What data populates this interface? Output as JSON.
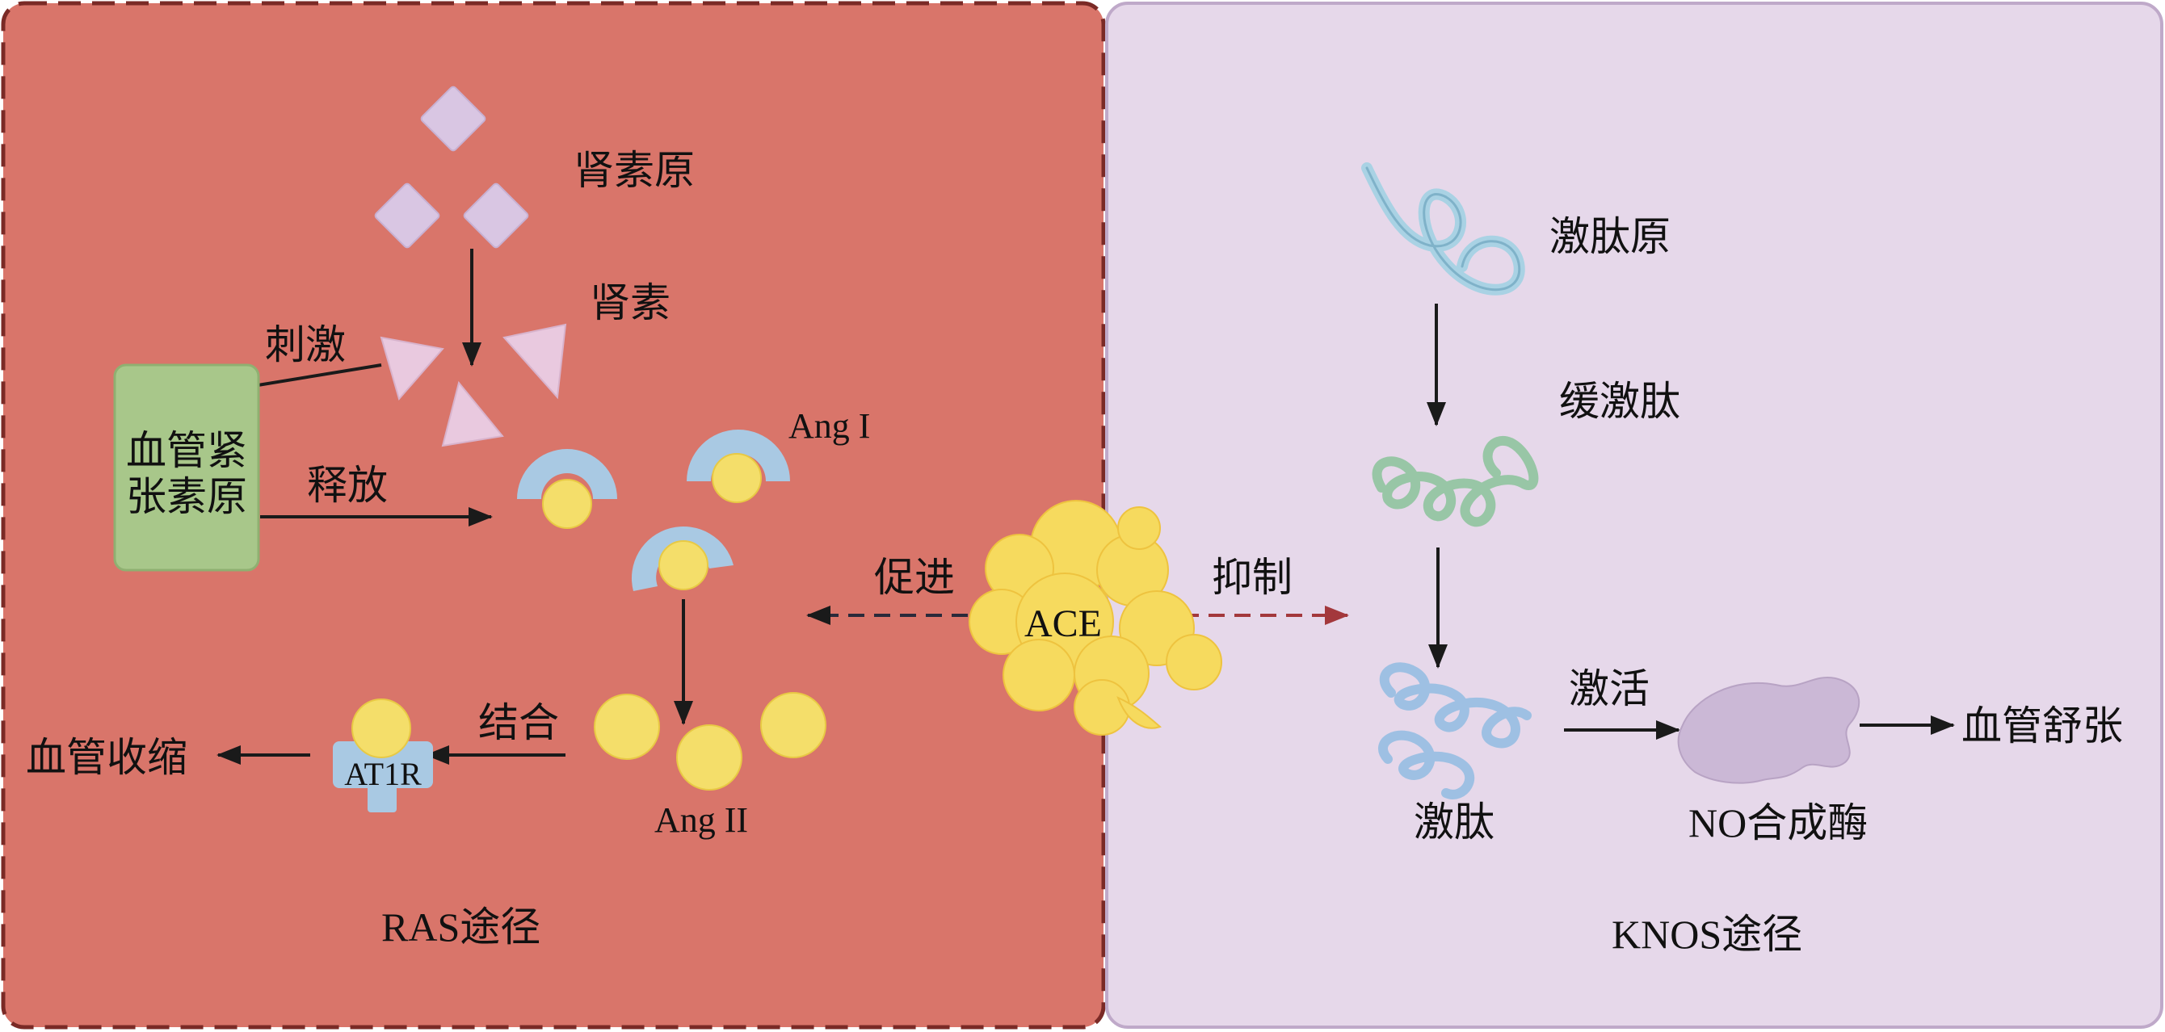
{
  "colors": {
    "ras_panel": "#d9756a",
    "knos_panel": "#e6d8ea",
    "panel_border": "#7a2a26",
    "green_box": "#a8c78a",
    "diamond": "#d9c6e3",
    "triangle": "#e9c9df",
    "ang_blue": "#a9c9e3",
    "ang_yellow": "#f4de6a",
    "ace_yellow": "#f6da5e",
    "no_enzyme": "#cbb8d6",
    "kininogen": "#a9d2e4",
    "bradykinin": "#98c6a6",
    "kinin": "#9ec0e3",
    "arrow_dark": "#1a1a1a",
    "arrow_inhibit": "#a3383c"
  },
  "labels": {
    "renin_precursor": "肾素原",
    "renin": "肾素",
    "stimulate": "刺激",
    "angiotensinogen_line1": "血管紧",
    "angiotensinogen_line2": "张素原",
    "release": "释放",
    "ang1": "Ang I",
    "promote": "促进",
    "ace": "ACE",
    "inhibit": "抑制",
    "ang2": "Ang II",
    "bind": "结合",
    "at1r": "AT1R",
    "vasoconstriction": "血管收缩",
    "ras_pathway": "RAS途径",
    "kininogen": "激肽原",
    "bradykinin": "缓激肽",
    "kinin": "激肽",
    "activate": "激活",
    "no_synthase": "NO合成酶",
    "vasodilation": "血管舒张",
    "knos_pathway": "KNOS途径"
  }
}
